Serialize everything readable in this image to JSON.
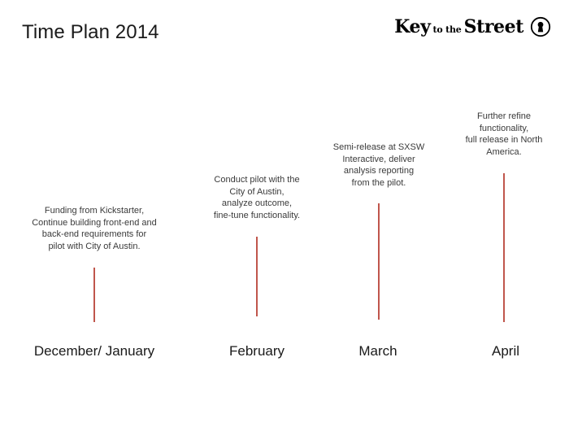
{
  "slide": {
    "title": "Time Plan 2014",
    "background_color": "#ffffff"
  },
  "brand": {
    "name": "Key to the Street",
    "word_1": "Key",
    "word_2": "to the",
    "word_3": "Street",
    "icon": "keyhole-icon"
  },
  "timeline": {
    "marker_color": "#c0564c",
    "milestones": [
      {
        "label": "December/ January",
        "note": "Funding from Kickstarter,\nContinue building front-end and\nback-end requirements for\npilot with City of Austin."
      },
      {
        "label": "February",
        "note": "Conduct pilot with the\nCity of Austin,\nanalyze outcome,\nfine-tune functionality."
      },
      {
        "label": "March",
        "note": "Semi-release at SXSW\nInteractive, deliver\nanalysis reporting\nfrom the pilot."
      },
      {
        "label": "April",
        "note": "Further refine\nfunctionality,\nfull release in North\nAmerica."
      }
    ]
  }
}
